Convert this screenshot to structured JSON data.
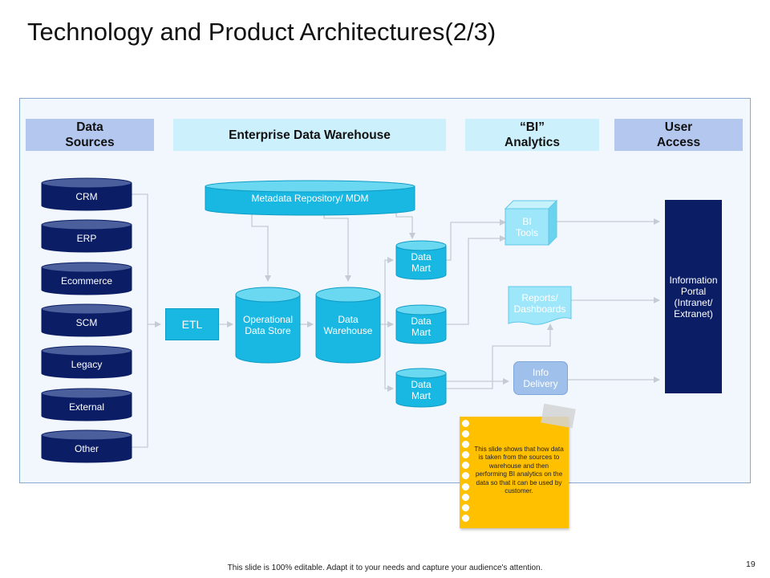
{
  "title": "Technology and Product Architectures(2/3)",
  "headers": {
    "data_sources": "Data\nSources",
    "edw": "Enterprise Data Warehouse",
    "bi": "“BI”\nAnalytics",
    "user_access": "User\nAccess"
  },
  "sources": [
    "CRM",
    "ERP",
    "Ecommerce",
    "SCM",
    "Legacy",
    "External",
    "Other"
  ],
  "etl_label": "ETL",
  "metadata_label": "Metadata Repository/ MDM",
  "ods_label": "Operational\nData Store",
  "dw_label": "Data\nWarehouse",
  "data_marts": [
    "Data\nMart",
    "Data\nMart",
    "Data\nMart"
  ],
  "bi_tools_label": "BI\nTools",
  "reports_label": "Reports/\nDashboards",
  "info_delivery_label": "Info\nDelivery",
  "portal_label": "Information\nPortal\n(Intranet/\nExtranet)",
  "note_text": "This slide shows that how data is taken from the sources to warehouse and then performing BI analytics on the data so that it can be used by customer.",
  "footer_text": "This slide is 100% editable. Adapt it to your needs and capture your audience's attention.",
  "page_number": "19",
  "colors": {
    "header_blue": "#b4c7ef",
    "header_cyan": "#cdf1fc",
    "source_navy": "#0b1d64",
    "store_cyan": "#19b8e3",
    "note_yellow": "#ffc000"
  }
}
